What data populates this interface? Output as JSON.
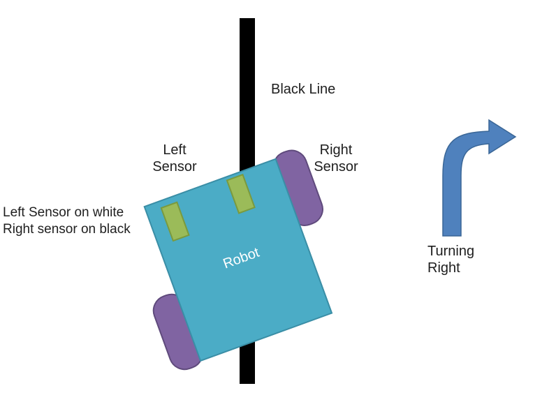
{
  "labels": {
    "black_line": "Black Line",
    "left_sensor": [
      "Left",
      "Sensor"
    ],
    "right_sensor": [
      "Right",
      "Sensor"
    ],
    "status": [
      "Left Sensor on white",
      "Right sensor on black"
    ],
    "robot": "Robot",
    "turning": [
      "Turning",
      "Right"
    ]
  },
  "colors": {
    "line": "#000000",
    "robot_body": "#4bacc6",
    "robot_border": "#3a8ea6",
    "sensor": "#9bbb59",
    "sensor_border": "#7a9a3e",
    "wheel": "#8064a2",
    "wheel_border": "#5f4a7c",
    "arrow": "#4f81bd",
    "arrow_border": "#3a6696",
    "robot_text": "#ffffff"
  },
  "icons": {
    "turn_arrow": "curved-arrow-right-icon"
  }
}
